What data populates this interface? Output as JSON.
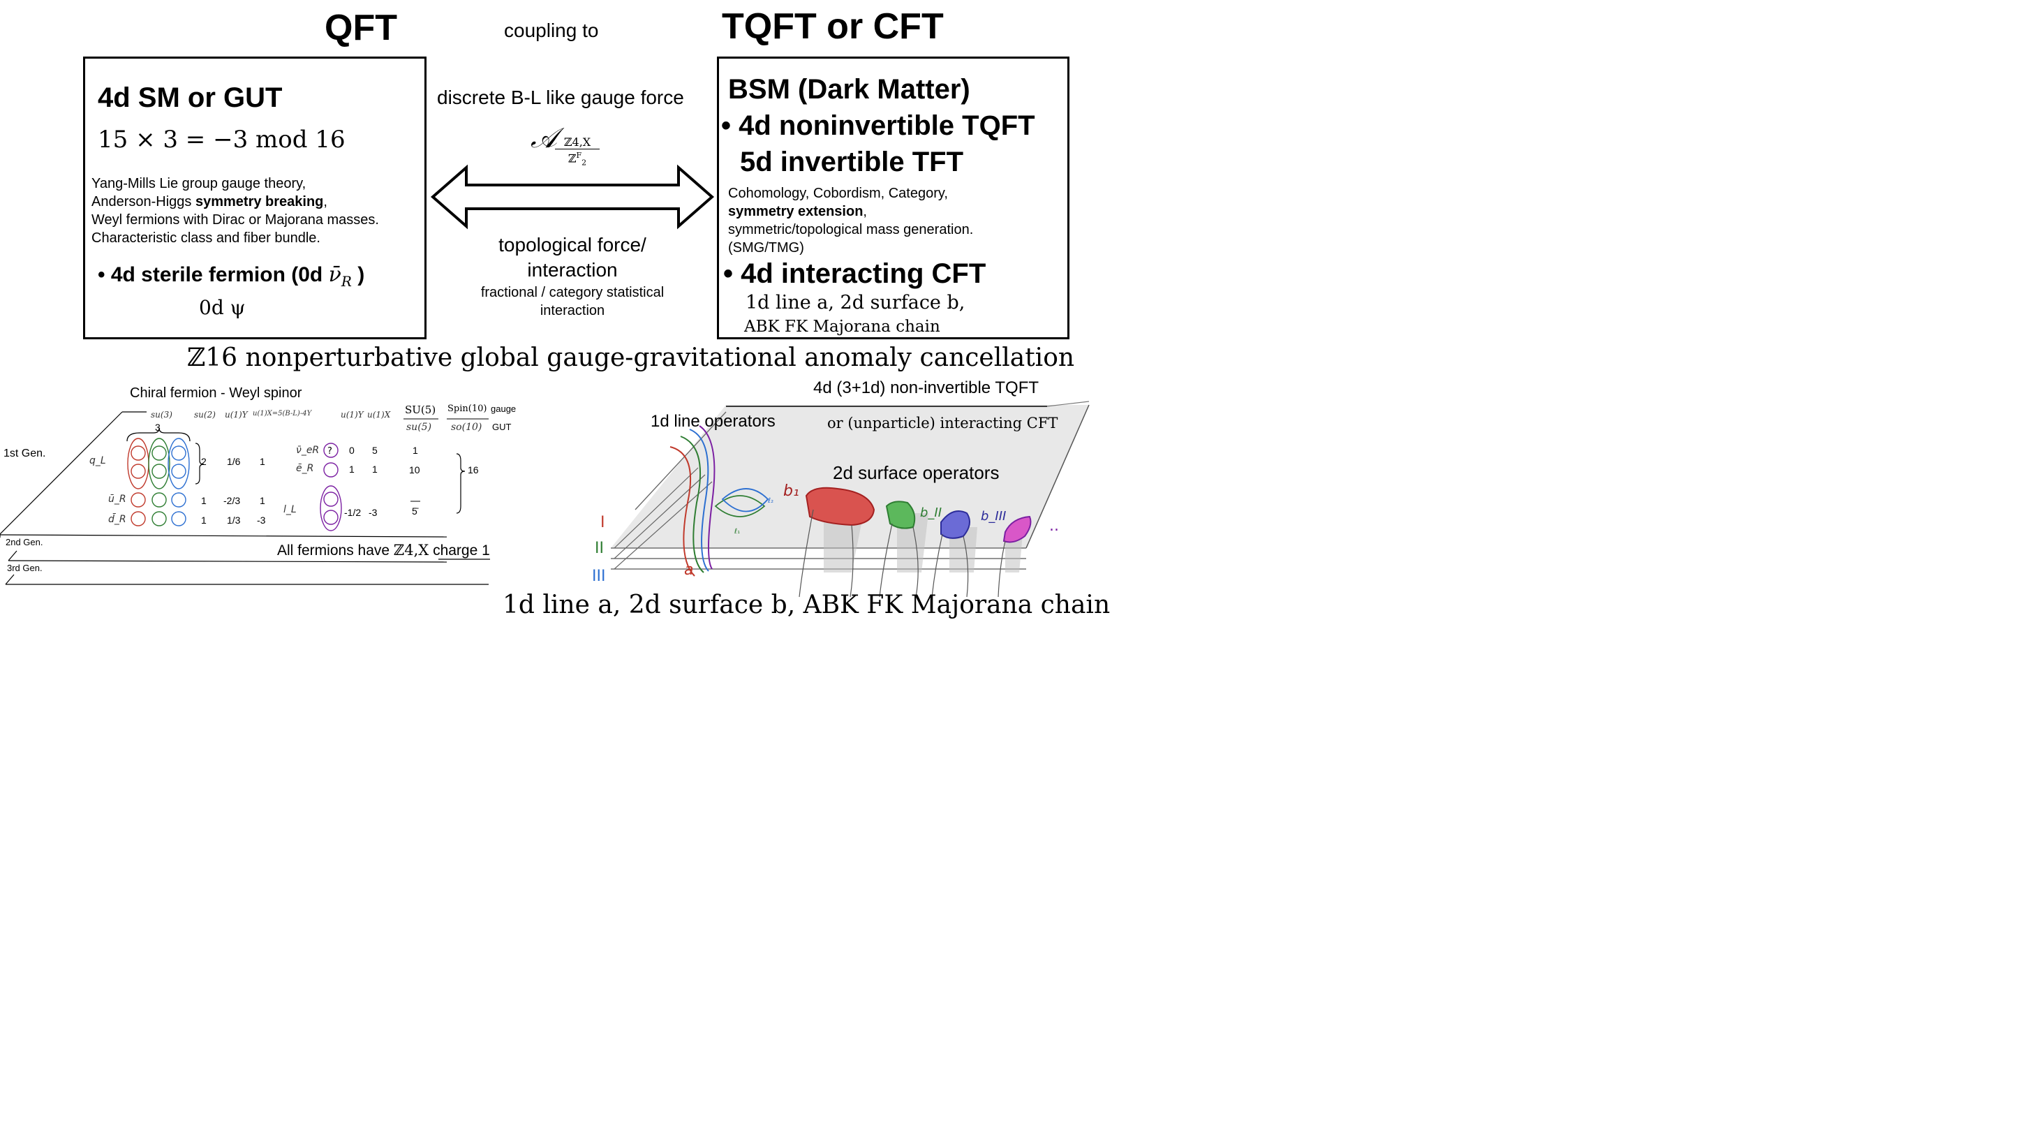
{
  "header": {
    "left_title": "QFT",
    "center_title": "coupling to",
    "right_title": "TQFT or CFT"
  },
  "left_box": {
    "heading": "4d SM or GUT",
    "equation": "15 × 3 = −3   mod 16",
    "line1": "Yang-Mills Lie group gauge theory,",
    "line2_pre": "Anderson-Higgs ",
    "line2_bold": "symmetry breaking",
    "line2_post": ",",
    "line3": "Weyl fermions with Dirac or Majorana masses.",
    "line4": "Characteristic class and fiber bundle.",
    "bullet": "• 4d sterile fermion (0d ",
    "bullet_math": "ν̄",
    "bullet_sub": "R",
    "bullet_end": " )",
    "psi_line": "0d ψ"
  },
  "middle": {
    "top_label": "discrete B-L like gauge force",
    "gauge_symbol": "𝒜",
    "gauge_sub_num": "ℤ4,X",
    "gauge_sub_den": "ℤ",
    "gauge_sub_den_sup": "F",
    "gauge_sub_den_sub": "2",
    "bottom_label1": "topological force/",
    "bottom_label2": "interaction",
    "bottom_label3": "fractional / category statistical",
    "bottom_label4": "interaction"
  },
  "right_box": {
    "heading": "BSM (Dark Matter)",
    "bullet1": "• 4d noninvertible TQFT",
    "bullet1b": "5d invertible TFT",
    "line1": "Cohomology, Cobordism, Category,",
    "line2_bold": "symmetry extension",
    "line2_post": ",",
    "line3": "symmetric/topological mass generation.",
    "line4": "(SMG/TMG)",
    "bullet2": "• 4d interacting CFT",
    "line5": "1d line a, 2d surface b,",
    "line6": "ABK FK Majorana chain"
  },
  "anomaly_caption": "ℤ16 nonperturbative global gauge-gravitational anomaly cancellation",
  "fermion_table": {
    "title": "Chiral fermion - Weyl spinor",
    "col_headers": [
      "su(3)",
      "su(2)",
      "u(1)Y",
      "u(1)X=5(B-L)-4Y",
      "u(1)Y",
      "u(1)X",
      "SU(5)",
      "su(5)",
      "Spin(10)",
      "so(10)",
      "gauge",
      "GUT"
    ],
    "color_count": "3",
    "gen1": "1st Gen.",
    "gen2": "2nd Gen.",
    "gen3": "3rd Gen.",
    "rows_left": [
      {
        "name": "q_L",
        "su2": "2",
        "u1y": "1/6",
        "u1x": "1"
      },
      {
        "name": "ū_R",
        "su2": "1",
        "u1y": "-2/3",
        "u1x": "1"
      },
      {
        "name": "d̄_R",
        "su2": "1",
        "u1y": "1/3",
        "u1x": "-3"
      }
    ],
    "rows_right": [
      {
        "name": "ν̄_eR",
        "u1y": "0",
        "u1x": "5",
        "su5": "1"
      },
      {
        "name": "ē_R",
        "u1y": "1",
        "u1x": "1",
        "su5": "10"
      },
      {
        "name": "l_L",
        "u1y": "-1/2",
        "u1x": "-3",
        "su5": "5̄"
      }
    ],
    "so10_dim": "16",
    "charge_note_pre": "All fermions have ",
    "charge_note_math": "ℤ4,X",
    "charge_note_post": " charge 1"
  },
  "tqft_panel": {
    "title": "4d (3+1d) non-invertible TQFT",
    "line_ops": "1d line operators",
    "cft_note": "or (unparticle) interacting CFT",
    "surface_ops": "2d surface operators",
    "labels": [
      "b₁",
      "b_II",
      "b_III",
      "ℓ₁",
      "ℓ₂",
      "a",
      "I",
      "II",
      "III"
    ],
    "bottom_caption": "1d line a, 2d surface b, ABK FK Majorana chain"
  }
}
